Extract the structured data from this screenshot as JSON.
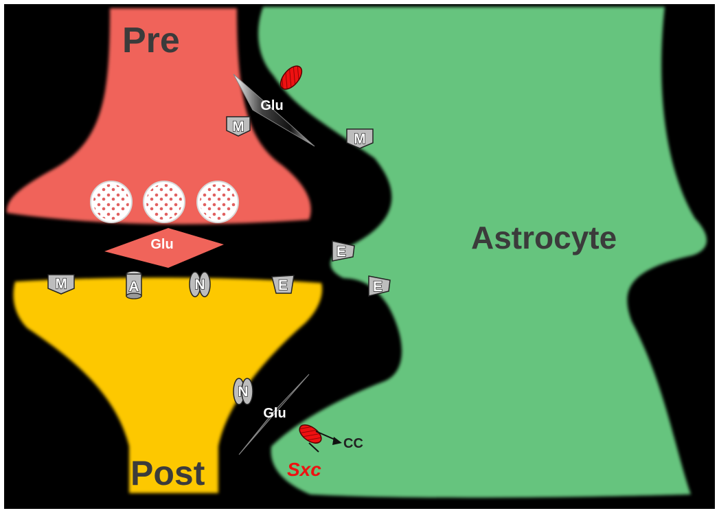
{
  "labels": {
    "pre": "Pre",
    "post": "Post",
    "astrocyte": "Astrocyte",
    "glu_synaptic": "Glu",
    "glu_upper": "Glu",
    "glu_lower": "Glu",
    "cc": "CC",
    "sxc": "Sxc"
  },
  "receptors": {
    "m_pre": "M",
    "m_astro_upper": "M",
    "m_post": "M",
    "a_post": "A",
    "n_post": "N",
    "e_post": "E",
    "e_astro_upper": "E",
    "e_astro_lower": "E",
    "n_post_lower": "N"
  },
  "colors": {
    "background": "#000000",
    "presynaptic": "#f0645a",
    "postsynaptic": "#fdc800",
    "astrocyte": "#66c47e",
    "glutamate": "#f0645a",
    "sxc": "#ee1111",
    "receptor": "#bdbdbd"
  }
}
